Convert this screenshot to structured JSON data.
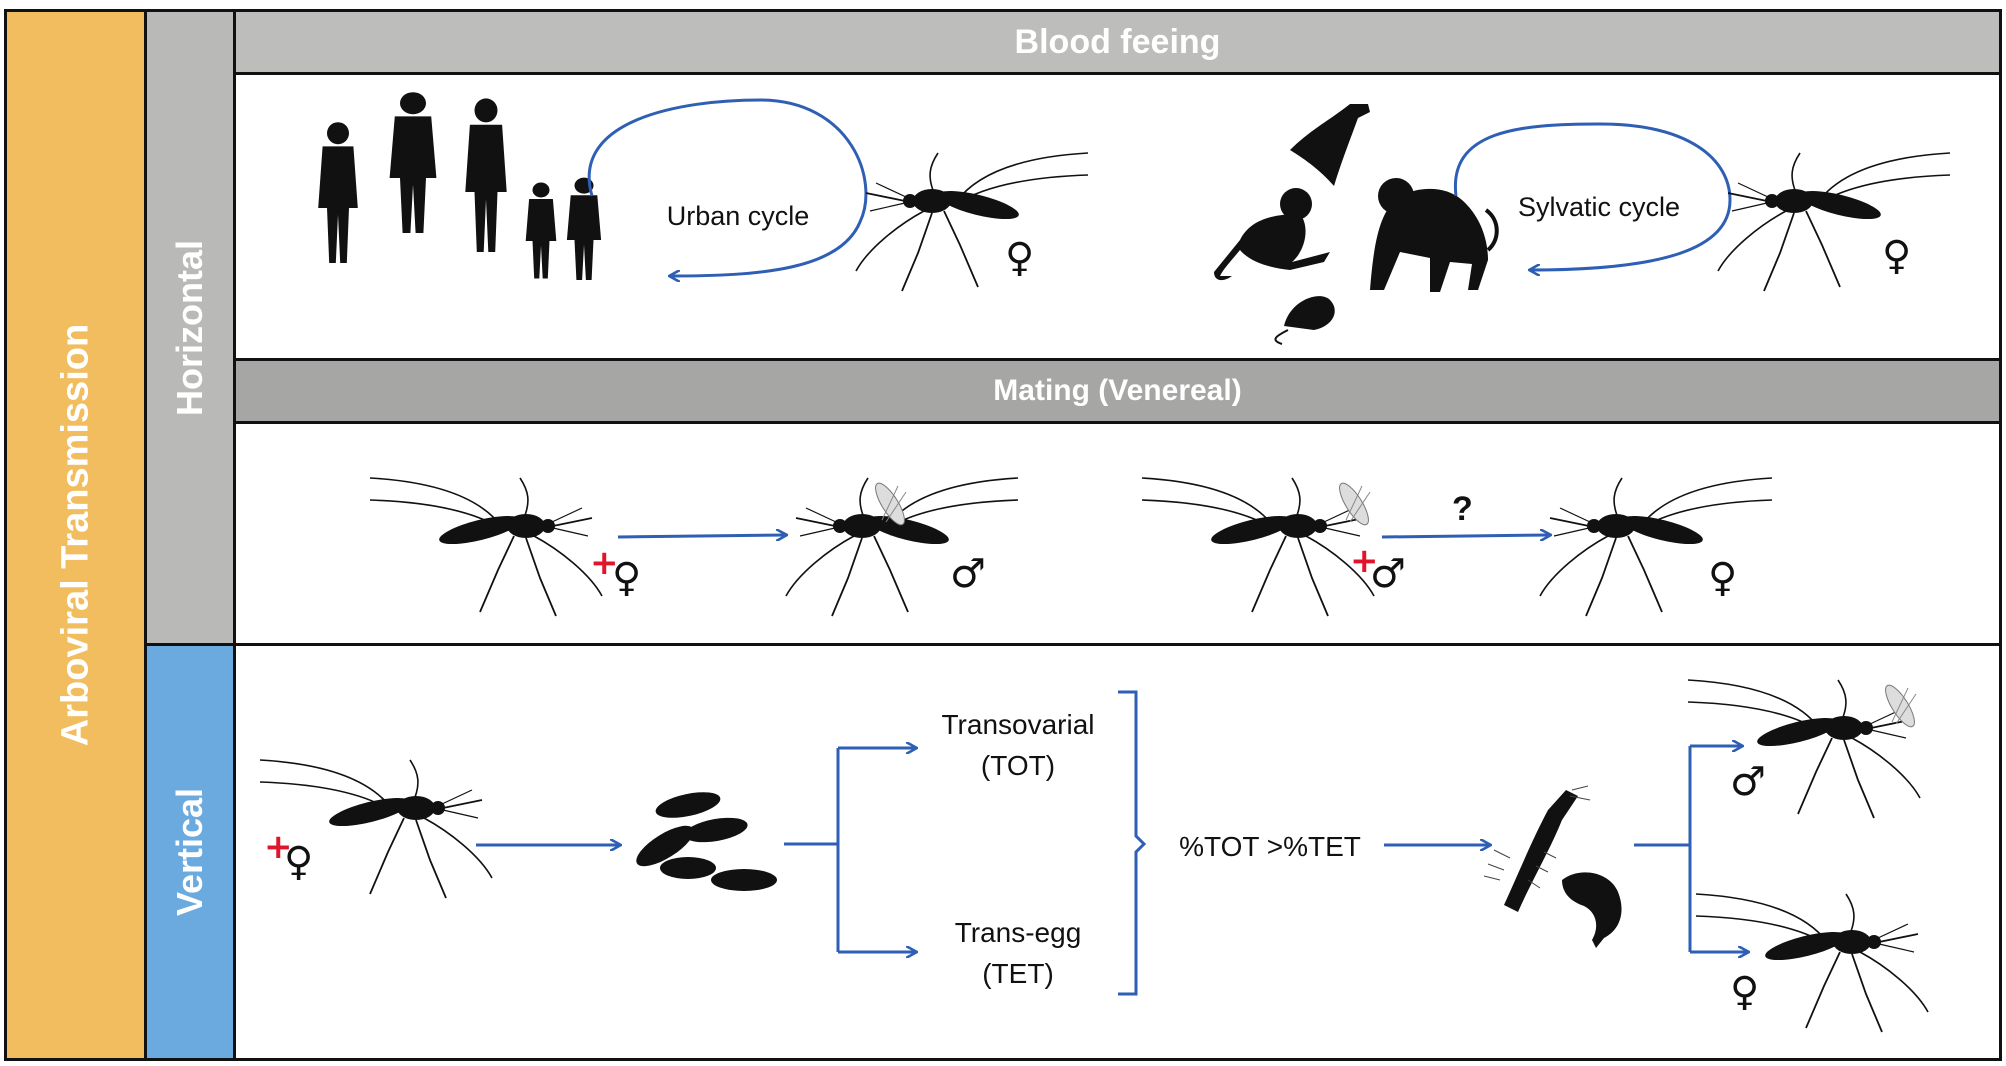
{
  "sidebar": {
    "main_label": "Arboviral Transmission",
    "main_color": "#f2bd5e"
  },
  "horizontal": {
    "label": "Horizontal",
    "color": "#b9b9b7",
    "blood_feeding": {
      "header": "Blood feeing",
      "header_color": "#bdbdbb",
      "urban_cycle": {
        "label": "Urban cycle",
        "host_icon": "human-family-silhouettes",
        "vector_icon": "female-mosquito",
        "sex_symbol": "♀"
      },
      "sylvatic_cycle": {
        "label": "Sylvatic cycle",
        "host_icons": [
          "bat-silhouette",
          "monkey-silhouette",
          "rodent-silhouette"
        ],
        "vector_icon": "female-mosquito",
        "sex_symbol": "♀"
      }
    },
    "mating": {
      "header": "Mating (Venereal)",
      "header_color": "#a6a6a4",
      "female_to_male": {
        "infected_marker": "+",
        "source_symbol": "♀",
        "target_symbol": "♂"
      },
      "male_to_female": {
        "infected_marker": "+",
        "source_symbol": "♂",
        "target_symbol": "♀",
        "question": "?"
      }
    }
  },
  "vertical": {
    "label": "Vertical",
    "color": "#6aaadf",
    "source": {
      "infected_marker": "+",
      "symbol": "♀"
    },
    "eggs_icon": "egg-cluster",
    "routes": [
      {
        "line1": "Transovarial",
        "line2": "(TOT)"
      },
      {
        "line1": "Trans-egg",
        "line2": "(TET)"
      }
    ],
    "comparison": "%TOT >%TET",
    "larva_icon": "larva-and-pupa",
    "offspring": [
      {
        "symbol": "♂",
        "icon": "male-mosquito"
      },
      {
        "symbol": "♀",
        "icon": "female-mosquito"
      }
    ]
  },
  "colors": {
    "arrow": "#2e5fb4",
    "infected": "#e0142b",
    "silhouette": "#111111"
  }
}
